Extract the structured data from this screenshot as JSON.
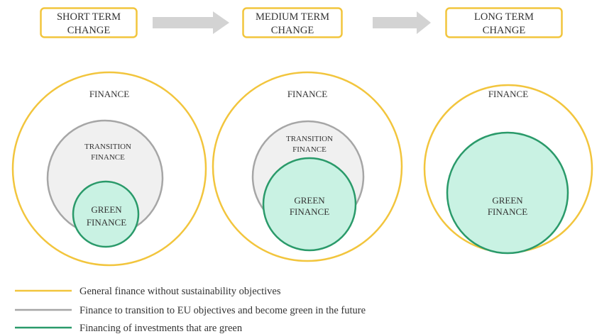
{
  "stages": [
    {
      "line1": "SHORT TERM",
      "line2": "CHANGE"
    },
    {
      "line1": "MEDIUM TERM",
      "line2": "CHANGE"
    },
    {
      "line1": "LONG TERM",
      "line2": "CHANGE"
    }
  ],
  "panels": [
    {
      "outer_label": "FINANCE",
      "transition_line1": "TRANSITION",
      "transition_line2": "FINANCE",
      "green_line1": "GREEN",
      "green_line2": "FINANCE"
    },
    {
      "outer_label": "FINANCE",
      "transition_line1": "TRANSITION",
      "transition_line2": "FINANCE",
      "green_line1": "GREEN",
      "green_line2": "FINANCE"
    },
    {
      "outer_label": "FINANCE",
      "green_line1": "GREEN",
      "green_line2": "FINANCE"
    }
  ],
  "legend": [
    {
      "text": "General finance without sustainability objectives",
      "color": "#f2c53d"
    },
    {
      "text": "Finance to transition to EU objectives and become green in the future",
      "color": "#a6a6a6"
    },
    {
      "text": "Financing of investments that are green",
      "color": "#2a9a6a"
    }
  ],
  "colors": {
    "outer_stroke": "#f2c53d",
    "transition_stroke": "#a6a6a6",
    "transition_fill": "#f0f0f0",
    "green_stroke": "#2a9a6a",
    "green_fill": "#c9f2e3",
    "arrow_fill": "#d3d3d3"
  }
}
